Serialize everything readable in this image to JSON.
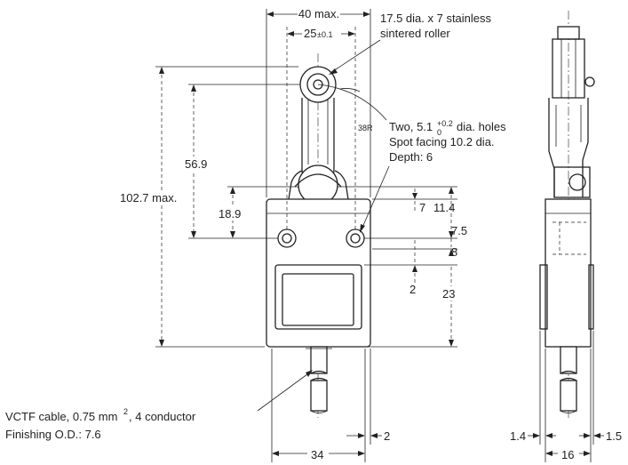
{
  "labels": {
    "width_max": "40 max.",
    "hole_pitch": "25",
    "hole_pitch_tol": "±0.1",
    "roller_line1": "17.5 dia. x 7 stainless",
    "roller_line2": "sintered roller",
    "radius": "38R",
    "holes_line1_a": "Two, 5.1",
    "holes_line1_sub": "0",
    "holes_line1_sup": "+0.2",
    "holes_line1_b": " dia. holes",
    "holes_line2": "Spot facing 10.2 dia.",
    "holes_line3": "Depth: 6",
    "dim_56_9": "56.9",
    "dim_102_7": "102.7 max.",
    "dim_18_9": "18.9",
    "dim_7": "7",
    "dim_11_4": "11.4",
    "dim_7_5": "7.5",
    "dim_8": "8",
    "dim_2_vert": "2",
    "dim_23": "23",
    "cable_line1_a": "VCTF cable, 0.75 mm",
    "cable_line1_sup": "2",
    "cable_line1_b": ", 4 conductor",
    "cable_line2": "Finishing O.D.: 7.6",
    "dim_34": "34",
    "dim_2_horiz": "2",
    "dim_1_4": "1.4",
    "dim_1_5": "1.5",
    "dim_16": "16"
  }
}
